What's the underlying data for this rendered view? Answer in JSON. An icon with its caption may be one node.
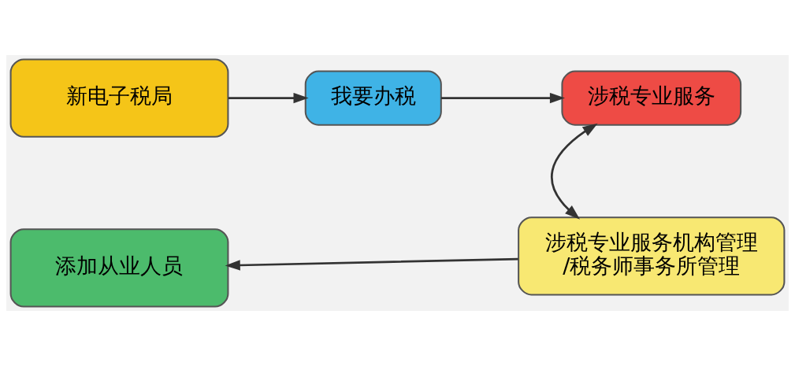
{
  "diagram": {
    "nodes": [
      {
        "text": [
          "新电子税局"
        ]
      },
      {
        "text": [
          "我要办税"
        ]
      },
      {
        "text": [
          "涉税专业服务"
        ]
      },
      {
        "text": [
          "涉税专业服务机构管理/税务师事务所管理"
        ]
      },
      {
        "text": [
          "添加从业人员"
        ]
      }
    ],
    "edges": [
      {
        "from": 0,
        "to": 1,
        "arrow": "to"
      },
      {
        "from": 1,
        "to": 2,
        "arrow": "to"
      },
      {
        "from": 2,
        "to": 3,
        "arrow": "both"
      },
      {
        "from": 3,
        "to": 4,
        "arrow": "to"
      }
    ]
  }
}
